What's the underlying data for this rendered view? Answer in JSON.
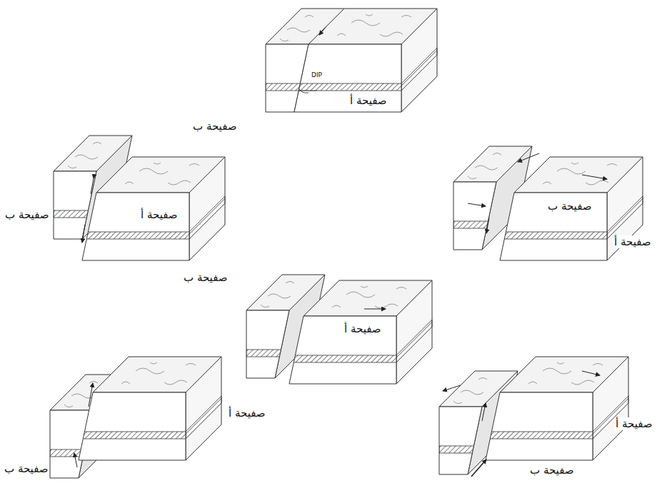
{
  "diagram": {
    "labels": [
      "DIP",
      "صفيحة ب",
      "صفيحة أ",
      "صفيحة أ",
      "صفيحة ب",
      "صفيحة ب",
      "صفيحة أ",
      "صفيحة ب",
      "صفيحة أ",
      "صفيحة أ",
      "صفيحة ب",
      "صفيحة أ",
      "صفيحة ب"
    ]
  }
}
